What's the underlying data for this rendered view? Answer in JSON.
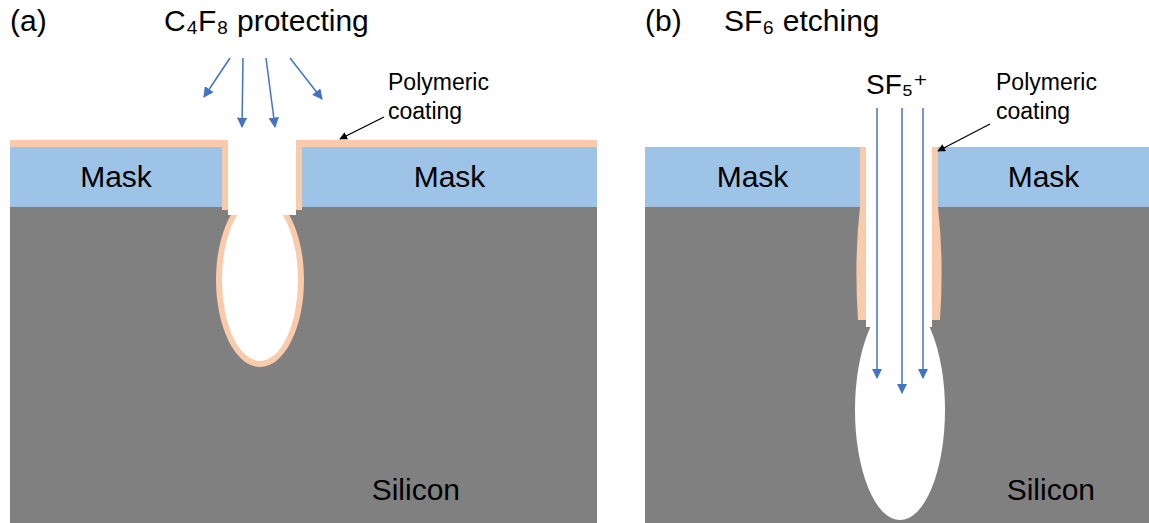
{
  "diagram": {
    "nodes": [
      {
        "text": [
          "Mask"
        ]
      },
      {
        "text": [
          "Mask"
        ]
      },
      {
        "text": [
          "Silicon"
        ]
      },
      {
        "text": [
          "Mask"
        ]
      },
      {
        "text": [
          "Mask"
        ]
      },
      {
        "text": [
          "Silicon"
        ]
      }
    ],
    "labels": [
      "(a)",
      "C₄F₈ protecting",
      "Polymeric coating",
      "(b)",
      "SF₆ etching",
      "SF₅⁺",
      "Polymeric coating"
    ]
  }
}
